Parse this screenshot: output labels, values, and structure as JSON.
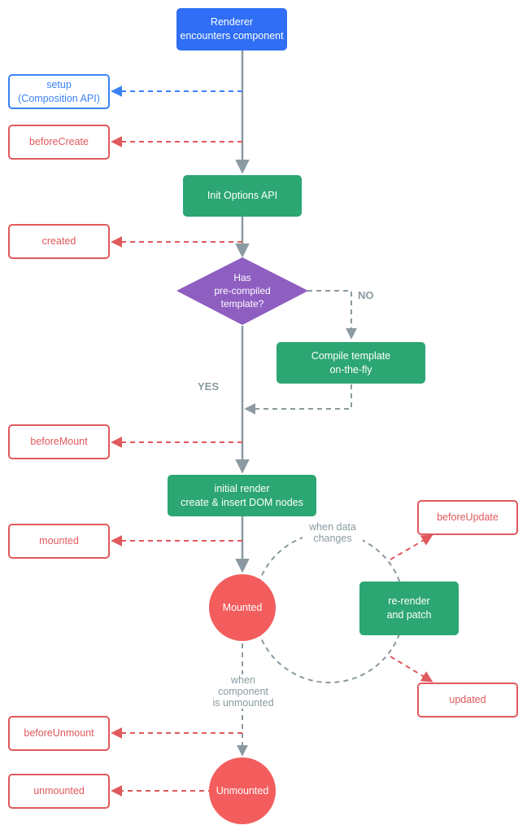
{
  "colors": {
    "hook": "#e0595c",
    "setup": "#3b82f6",
    "step": "#2ca673",
    "renderer": "#2f6ef5",
    "decision": "#8e5ec1",
    "state": "#f35d5d",
    "connector": "#8a9aa0"
  },
  "nodes": {
    "renderer": "Renderer\nencounters component",
    "setup": "setup\n(Composition API)",
    "before_create": "beforeCreate",
    "init_options": "Init Options API",
    "created": "created",
    "decision": "Has\npre-compiled\ntemplate?",
    "compile": "Compile template\non-the-fly",
    "before_mount": "beforeMount",
    "initial_render": "initial render\ncreate & insert DOM nodes",
    "mounted_hook": "mounted",
    "mounted_state": "Mounted",
    "rerender": "re-render\nand patch",
    "before_update": "beforeUpdate",
    "updated": "updated",
    "before_unmount": "beforeUnmount",
    "unmounted_hook": "unmounted",
    "unmounted_state": "Unmounted"
  },
  "labels": {
    "no": "NO",
    "yes": "YES",
    "when_data_changes": "when data\nchanges",
    "when_unmounted": "when\ncomponent\nis unmounted"
  }
}
